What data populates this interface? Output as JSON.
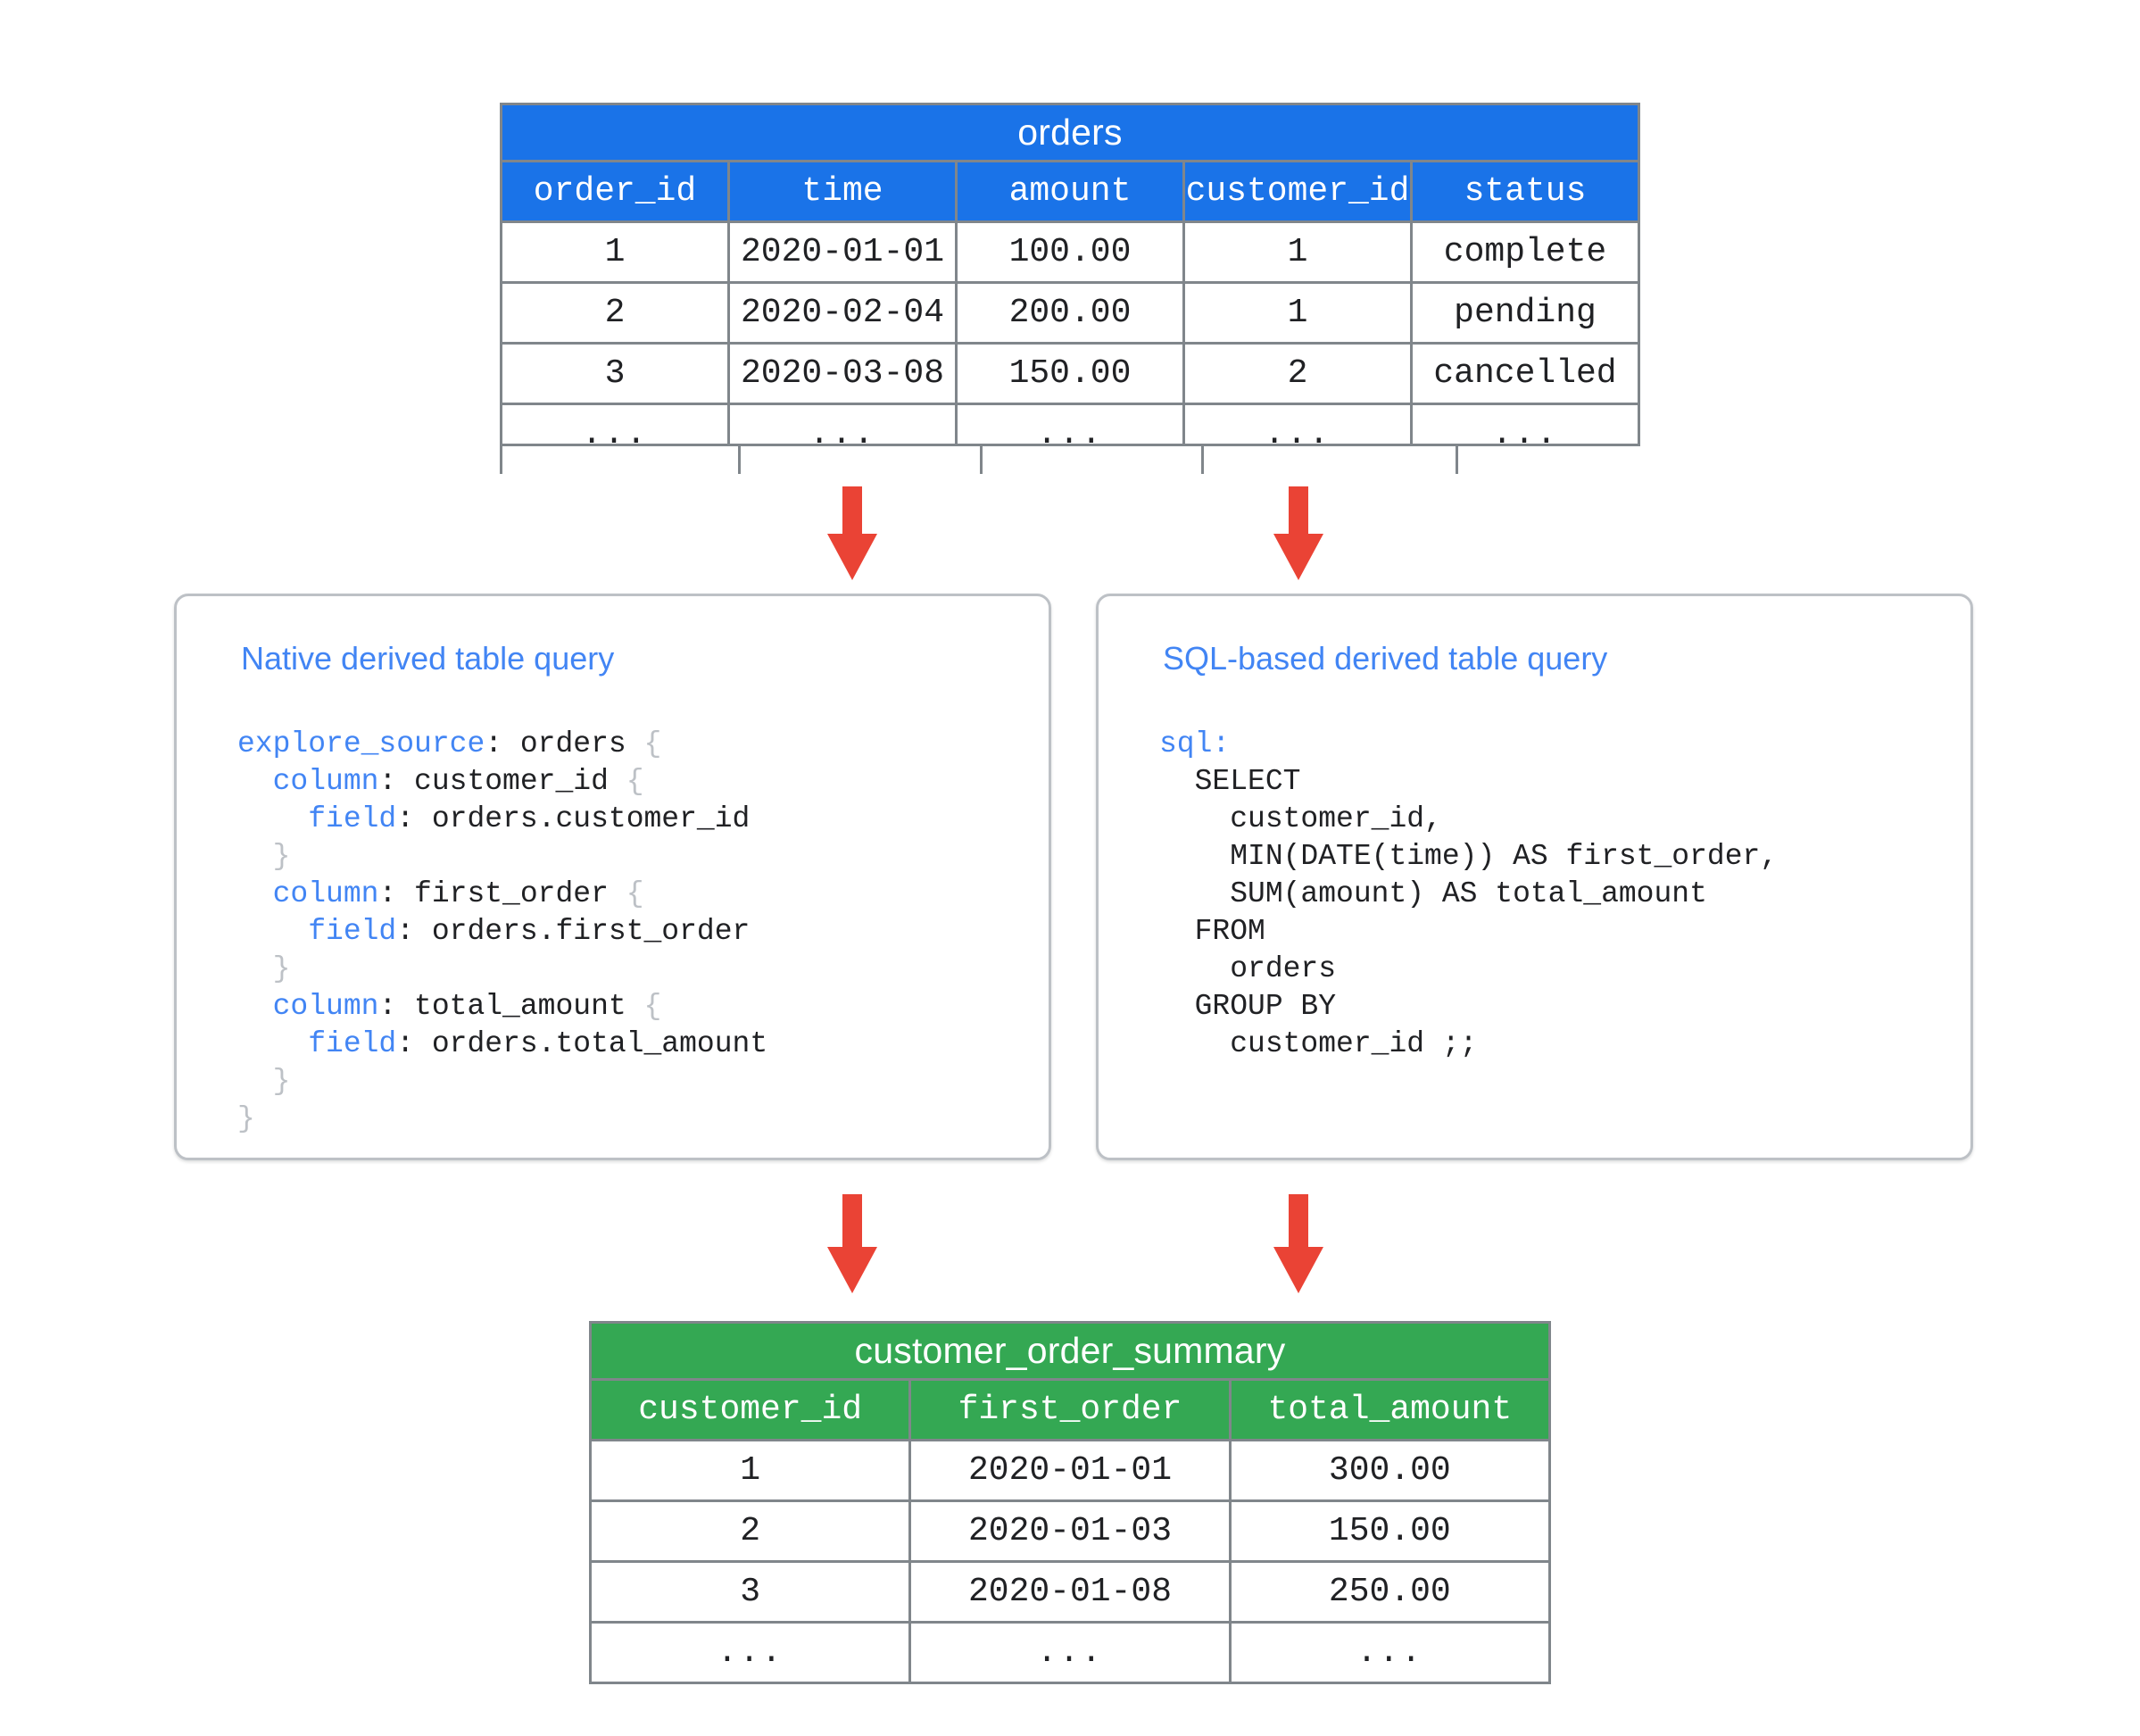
{
  "colors": {
    "source_table_header": "#1a73e8",
    "result_table_header": "#34a853",
    "arrow": "#ea4335",
    "card_border": "#bdc1c6",
    "accent_text": "#4285f4"
  },
  "source_table": {
    "name": "orders",
    "columns": [
      "order_id",
      "time",
      "amount",
      "customer_id",
      "status"
    ],
    "rows": [
      [
        "1",
        "2020-01-01",
        "100.00",
        "1",
        "complete"
      ],
      [
        "2",
        "2020-02-04",
        "200.00",
        "1",
        "pending"
      ],
      [
        "3",
        "2020-03-08",
        "150.00",
        "2",
        "cancelled"
      ],
      [
        "...",
        "...",
        "...",
        "...",
        "..."
      ],
      [
        "",
        "",
        "",
        "",
        ""
      ]
    ]
  },
  "cards": {
    "native": {
      "title": "Native derived table query",
      "code_lines": [
        [
          {
            "t": "explore_source",
            "c": "kw"
          },
          {
            "t": ": orders ",
            "c": ""
          },
          {
            "t": "{",
            "c": "brc"
          }
        ],
        [
          {
            "t": "  ",
            "c": ""
          },
          {
            "t": "column",
            "c": "kw"
          },
          {
            "t": ": customer_id ",
            "c": ""
          },
          {
            "t": "{",
            "c": "brc"
          }
        ],
        [
          {
            "t": "    ",
            "c": ""
          },
          {
            "t": "field",
            "c": "kw"
          },
          {
            "t": ": orders.customer_id",
            "c": ""
          }
        ],
        [
          {
            "t": "  ",
            "c": ""
          },
          {
            "t": "}",
            "c": "brc"
          }
        ],
        [
          {
            "t": "  ",
            "c": ""
          },
          {
            "t": "column",
            "c": "kw"
          },
          {
            "t": ": first_order ",
            "c": ""
          },
          {
            "t": "{",
            "c": "brc"
          }
        ],
        [
          {
            "t": "    ",
            "c": ""
          },
          {
            "t": "field",
            "c": "kw"
          },
          {
            "t": ": orders.first_order",
            "c": ""
          }
        ],
        [
          {
            "t": "  ",
            "c": ""
          },
          {
            "t": "}",
            "c": "brc"
          }
        ],
        [
          {
            "t": "  ",
            "c": ""
          },
          {
            "t": "column",
            "c": "kw"
          },
          {
            "t": ": total_amount ",
            "c": ""
          },
          {
            "t": "{",
            "c": "brc"
          }
        ],
        [
          {
            "t": "    ",
            "c": ""
          },
          {
            "t": "field",
            "c": "kw"
          },
          {
            "t": ": orders.total_amount",
            "c": ""
          }
        ],
        [
          {
            "t": "  ",
            "c": ""
          },
          {
            "t": "}",
            "c": "brc"
          }
        ],
        [
          {
            "t": "}",
            "c": "brc"
          }
        ]
      ]
    },
    "sql": {
      "title": "SQL-based derived table query",
      "code_lines": [
        [
          {
            "t": "sql:",
            "c": "kw"
          }
        ],
        [
          {
            "t": "  SELECT",
            "c": ""
          }
        ],
        [
          {
            "t": "    customer_id,",
            "c": ""
          }
        ],
        [
          {
            "t": "    MIN(DATE(time)) AS first_order,",
            "c": ""
          }
        ],
        [
          {
            "t": "    SUM(amount) AS total_amount",
            "c": ""
          }
        ],
        [
          {
            "t": "  FROM",
            "c": ""
          }
        ],
        [
          {
            "t": "    orders",
            "c": ""
          }
        ],
        [
          {
            "t": "  GROUP BY",
            "c": ""
          }
        ],
        [
          {
            "t": "    customer_id ;;",
            "c": ""
          }
        ]
      ]
    }
  },
  "result_table": {
    "name": "customer_order_summary",
    "columns": [
      "customer_id",
      "first_order",
      "total_amount"
    ],
    "rows": [
      [
        "1",
        "2020-01-01",
        "300.00"
      ],
      [
        "2",
        "2020-01-03",
        "150.00"
      ],
      [
        "3",
        "2020-01-08",
        "250.00"
      ],
      [
        "...",
        "...",
        "..."
      ]
    ]
  },
  "arrows": [
    {
      "name": "arrow-orders-to-native"
    },
    {
      "name": "arrow-orders-to-sql"
    },
    {
      "name": "arrow-native-to-summary"
    },
    {
      "name": "arrow-sql-to-summary"
    }
  ]
}
